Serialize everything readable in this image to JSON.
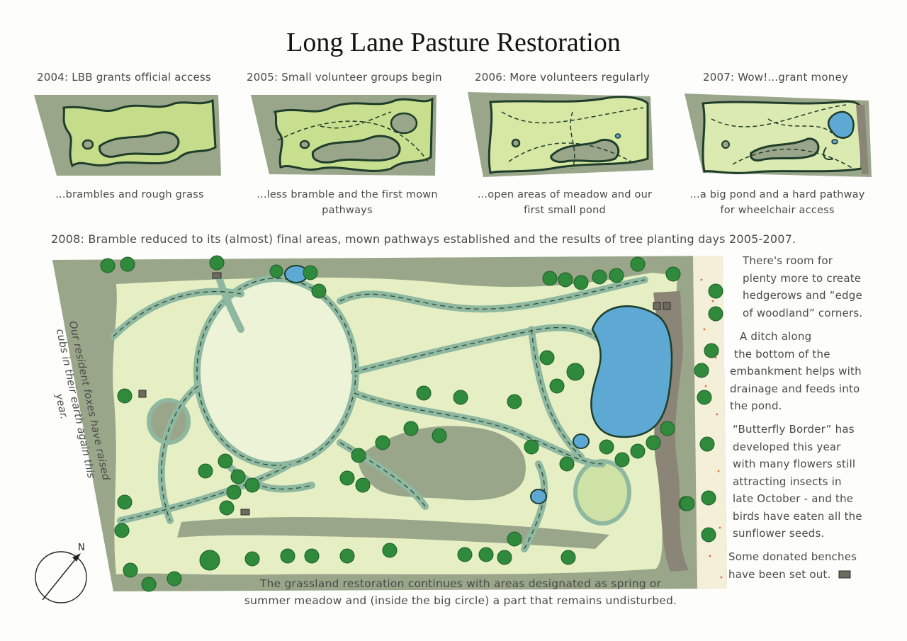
{
  "title": "Long Lane Pasture Restoration",
  "stages": [
    {
      "heading": "2004: LBB grants official access",
      "caption": "...brambles and rough grass"
    },
    {
      "heading": "2005: Small volunteer groups begin",
      "caption": "...less bramble and the first mown pathways"
    },
    {
      "heading": "2006: More volunteers regularly",
      "caption": "...open areas of meadow and our first small pond"
    },
    {
      "heading": "2007: Wow!...grant money",
      "caption": "...a big pond and a hard pathway for wheelchair access"
    }
  ],
  "year_2008": "2008: Bramble reduced to its (almost) final areas, mown pathways established and the results of tree planting days 2005-2007.",
  "notes": {
    "hedgerows": "There's room for plenty more to create hedgerows and “edge of woodland” corners.",
    "ditch": "A ditch along the bottom of the embankment helps with drainage and feeds into the pond.",
    "butterfly": "“Butterfly Border” has developed this year with many flowers still attracting insects in late October - and the birds have eaten all the sunflower seeds.",
    "benches": "Some donated benches have been set out."
  },
  "note_lines": {
    "hedgerows": [
      "There's room for",
      "plenty more to create",
      "hedgerows and “edge",
      "of woodland” corners."
    ],
    "ditch": [
      "A ditch along",
      "the bottom of the",
      "embankment helps with",
      "drainage and feeds into",
      "the pond."
    ],
    "butterfly": [
      "“Butterfly Border” has",
      "developed this year",
      "with many flowers still",
      "attracting insects in",
      "late October - and the",
      "birds have eaten all the",
      "sunflower seeds."
    ],
    "benches": [
      "Some donated benches",
      "have been set out."
    ]
  },
  "grassland": "The grassland restoration continues with areas designated as spring or summer meadow and (inside the big circle) a part that remains undisturbed.",
  "grassland_lines": [
    "The grassland restoration continues with areas designated as spring or",
    "summer meadow and (inside the big circle) a part that remains undisturbed."
  ],
  "fox_note": "Our resident foxes have raised cubs in their earth again this year.",
  "compass": {
    "label": "N"
  },
  "colors": {
    "bramble": "#9aa68a",
    "meadow": "#e6efc4",
    "grass": "#b9d27a",
    "path": "#8fb8a0",
    "tree": "#2f8a3c",
    "pond": "#5ea9d4",
    "outline": "#1e3d2a",
    "embankment": "#8a8577",
    "dots": "#d6733a"
  }
}
